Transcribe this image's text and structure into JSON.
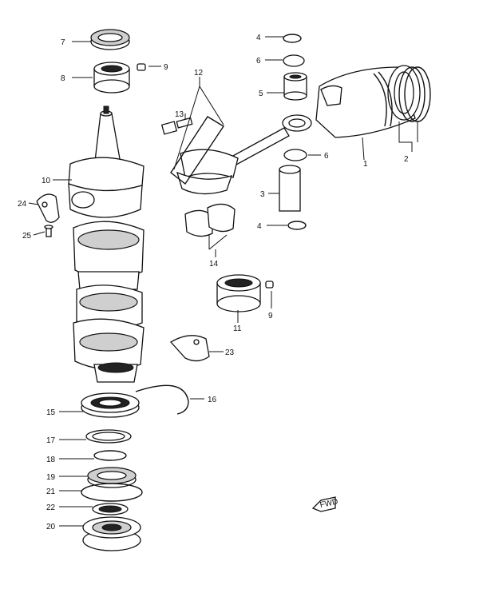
{
  "callouts": [
    {
      "id": "c1",
      "text": "1"
    },
    {
      "id": "c2",
      "text": "2"
    },
    {
      "id": "c3",
      "text": "3"
    },
    {
      "id": "c4a",
      "text": "4"
    },
    {
      "id": "c4b",
      "text": "4"
    },
    {
      "id": "c5",
      "text": "5"
    },
    {
      "id": "c6a",
      "text": "6"
    },
    {
      "id": "c6b",
      "text": "6"
    },
    {
      "id": "c7",
      "text": "7"
    },
    {
      "id": "c8",
      "text": "8"
    },
    {
      "id": "c9a",
      "text": "9"
    },
    {
      "id": "c9b",
      "text": "9"
    },
    {
      "id": "c10",
      "text": "10"
    },
    {
      "id": "c11",
      "text": "11"
    },
    {
      "id": "c12",
      "text": "12"
    },
    {
      "id": "c13",
      "text": "13"
    },
    {
      "id": "c14",
      "text": "14"
    },
    {
      "id": "c15",
      "text": "15"
    },
    {
      "id": "c16",
      "text": "16"
    },
    {
      "id": "c17",
      "text": "17"
    },
    {
      "id": "c18",
      "text": "18"
    },
    {
      "id": "c19",
      "text": "19"
    },
    {
      "id": "c20",
      "text": "20"
    },
    {
      "id": "c21",
      "text": "21"
    },
    {
      "id": "c22",
      "text": "22"
    },
    {
      "id": "c23",
      "text": "23"
    },
    {
      "id": "c24",
      "text": "24"
    },
    {
      "id": "c25",
      "text": "25"
    }
  ],
  "fwd_label": "FWD"
}
